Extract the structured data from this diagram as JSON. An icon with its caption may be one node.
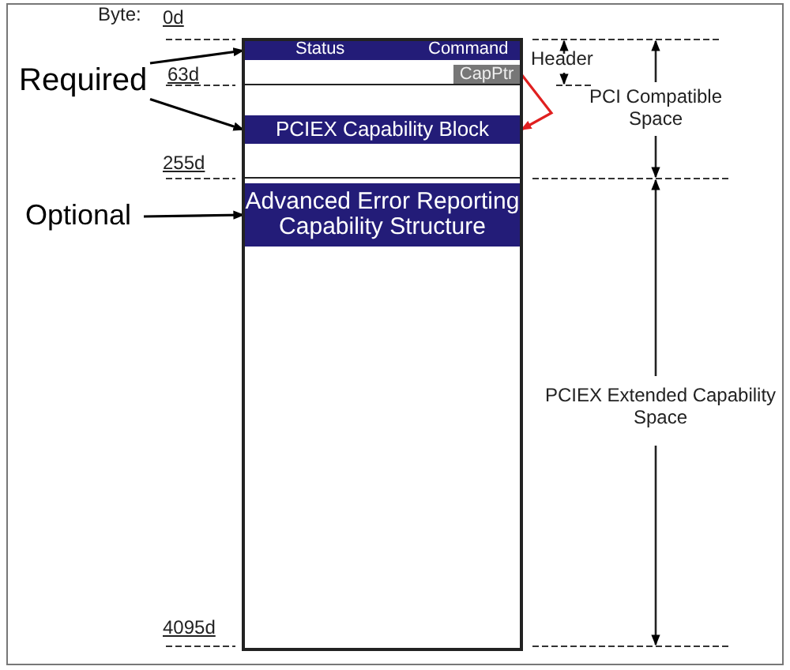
{
  "diagram": {
    "nodes": [
      {
        "text": [],
        "shape": "box"
      },
      {
        "text": [
          "Status",
          "Command"
        ],
        "in": 0
      },
      {
        "text": [
          "CapPtr"
        ],
        "in": 0
      },
      {
        "text": [
          "PCIEX Capability Block"
        ],
        "in": 0
      },
      {
        "text": [
          "Advanced Error Reporting Capability Structure"
        ],
        "in": 0
      },
      {
        "text": [
          "Required"
        ]
      },
      {
        "text": [
          "Optional"
        ]
      }
    ],
    "edges": [
      {
        "from": 5,
        "to": 1,
        "arrow": "to"
      },
      {
        "from": 5,
        "to": 3,
        "arrow": "to"
      },
      {
        "from": 6,
        "to": 4,
        "arrow": "to"
      },
      {
        "from": 2,
        "to": 3,
        "arrow": "to",
        "color": "#e02020"
      }
    ],
    "labels": [
      "Byte:",
      "0d",
      "Header",
      "63d",
      "PCI Compatible Space",
      "255d",
      "PCIEX Extended Capability Space",
      "4095d"
    ]
  }
}
